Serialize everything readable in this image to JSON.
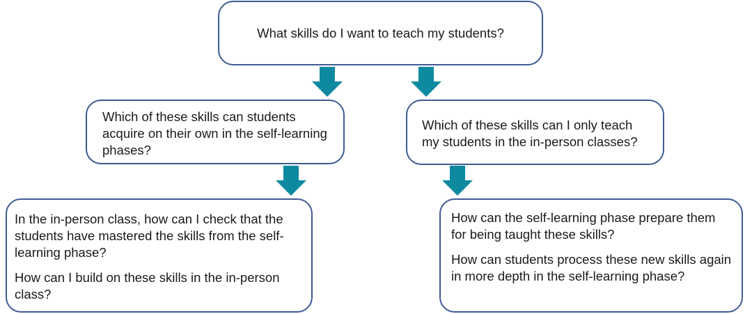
{
  "diagram": {
    "type": "flowchart",
    "colors": {
      "box_border": "#3f5a93",
      "arrow": "#0e8aa0",
      "text": "#1a1a1a",
      "background": "#ffffff"
    },
    "nodes": {
      "top": {
        "text": "What skills do I want to teach my students?"
      },
      "mid_left": {
        "text": "Which of these skills can students acquire on their own in the self-learning phases?"
      },
      "mid_right": {
        "text": "Which of these skills can I only teach my students in the in-person classes?"
      },
      "bottom_left": {
        "paragraphs": [
          "In the in-person class, how can I check that the students have mastered the skills from the self-learning phase?",
          "How can I build on these skills in the in-person class?"
        ]
      },
      "bottom_right": {
        "paragraphs": [
          "How can the self-learning phase prepare them for being taught these skills?",
          "How can students process these new skills again in more depth in the self-learning phase?"
        ]
      }
    },
    "edges": [
      {
        "from": "top",
        "to": "mid_left",
        "icon": "arrow-down-icon"
      },
      {
        "from": "top",
        "to": "mid_right",
        "icon": "arrow-down-icon"
      },
      {
        "from": "mid_left",
        "to": "bottom_left",
        "icon": "arrow-down-icon"
      },
      {
        "from": "mid_right",
        "to": "bottom_right",
        "icon": "arrow-down-icon"
      }
    ]
  }
}
